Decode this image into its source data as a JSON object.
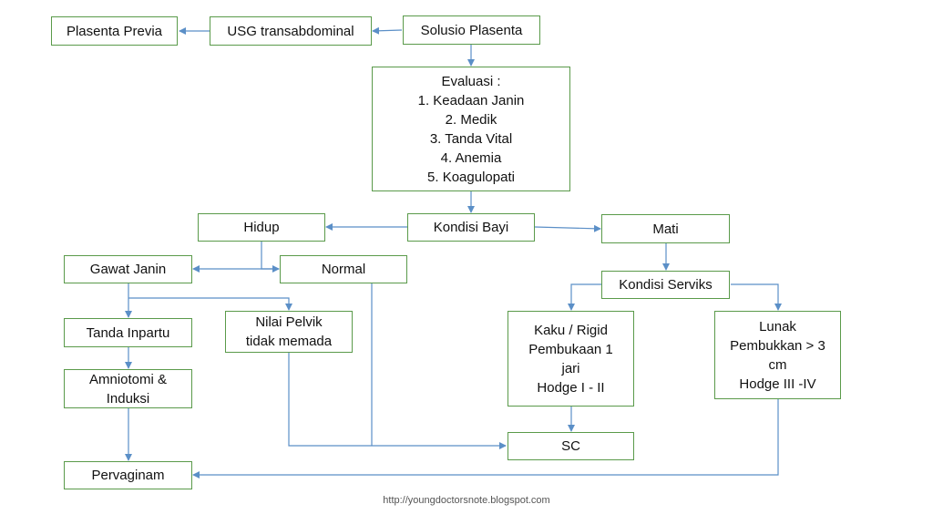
{
  "nodes": {
    "plasenta_previa": "Plasenta Previa",
    "usg": "USG transabdominal",
    "solusio": "Solusio Plasenta",
    "evaluasi": {
      "heading": "Evaluasi :",
      "items": [
        "1.   Keadaan Janin",
        "2.   Medik",
        "3.   Tanda Vital",
        "4.   Anemia",
        "5.   Koagulopati"
      ]
    },
    "kondisi_bayi": "Kondisi Bayi",
    "hidup": "Hidup",
    "mati": "Mati",
    "gawat_janin": "Gawat Janin",
    "normal": "Normal",
    "kondisi_serviks": "Kondisi Serviks",
    "tanda_inpartu": "Tanda Inpartu",
    "nilai_pelvik": [
      "Nilai Pelvik",
      "tidak memada"
    ],
    "kaku": [
      "Kaku / Rigid",
      "Pembukaan 1",
      "jari",
      "Hodge I - II"
    ],
    "lunak": [
      "Lunak",
      "Pembukkan > 3",
      "cm",
      "Hodge III -IV"
    ],
    "amniotomi": [
      "Amniotomi &",
      "Induksi"
    ],
    "sc": "SC",
    "pervaginam": "Pervaginam"
  },
  "footer": "http://youngdoctorsnote.blogspot.com",
  "colors": {
    "box_border": "#5a9a4a",
    "arrow": "#5b8fc7"
  }
}
